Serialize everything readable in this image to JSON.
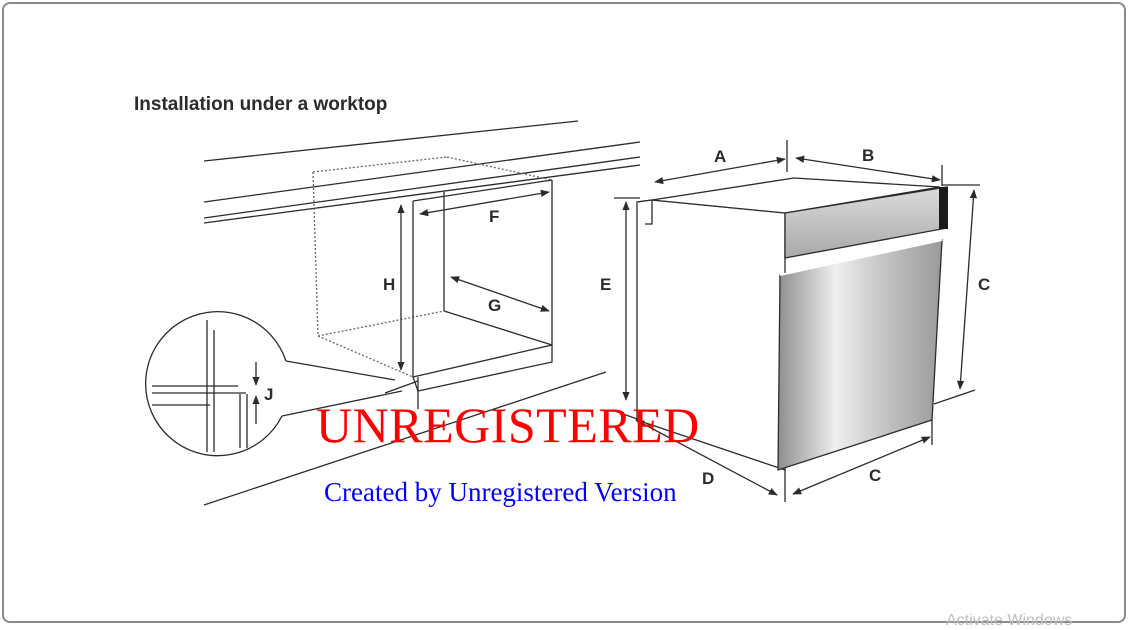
{
  "title": "Installation under a worktop",
  "labels": {
    "A": "A",
    "B": "B",
    "C": "C",
    "D": "D",
    "E": "E",
    "F": "F",
    "G": "G",
    "H": "H",
    "J": "J"
  },
  "watermark": {
    "main": "UNREGISTERED",
    "sub": "Created by Unregistered Version"
  },
  "overlay": {
    "activate": "Activate Windows"
  },
  "colors": {
    "line": "#2b2b2b",
    "watermark_red": "#ff0000",
    "watermark_blue": "#0000ff"
  }
}
